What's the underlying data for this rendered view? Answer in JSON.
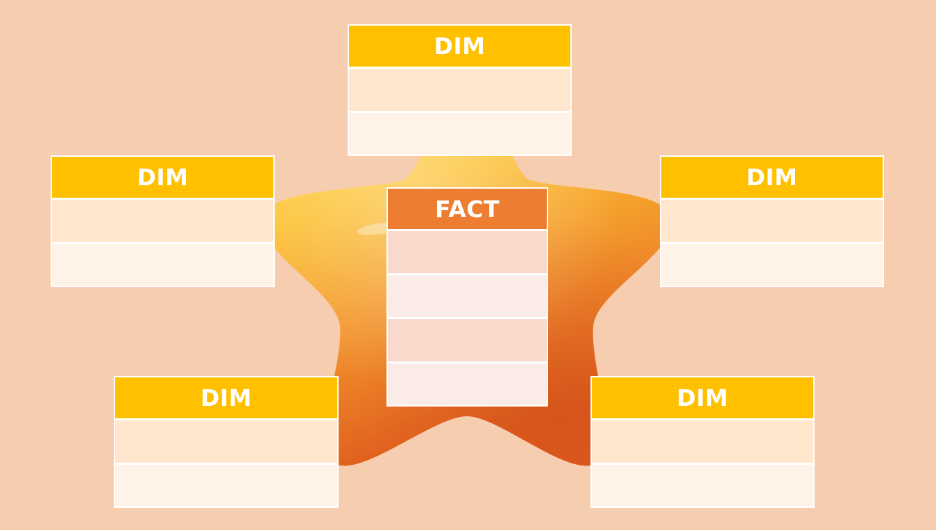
{
  "diagram": {
    "type": "star-schema",
    "fact_table": {
      "label": "FACT",
      "rows": 4
    },
    "dim_tables": [
      {
        "id": "top",
        "label": "DIM",
        "rows": 2
      },
      {
        "id": "left",
        "label": "DIM",
        "rows": 2
      },
      {
        "id": "right",
        "label": "DIM",
        "rows": 2
      },
      {
        "id": "bottom-left",
        "label": "DIM",
        "rows": 2
      },
      {
        "id": "bottom-right",
        "label": "DIM",
        "rows": 2
      }
    ],
    "colors": {
      "background": "#F7CDB0",
      "dim_header": "#FFC000",
      "dim_row_1": "#FFE6CC",
      "dim_row_2": "#FFF2E6",
      "fact_header": "#ED7D31",
      "fact_row_1": "#F8D9CB",
      "fact_row_2": "#FBEBE6",
      "star_top": "#FFD84A",
      "star_bottom": "#E8641E"
    },
    "icons": [
      "star-icon"
    ]
  }
}
